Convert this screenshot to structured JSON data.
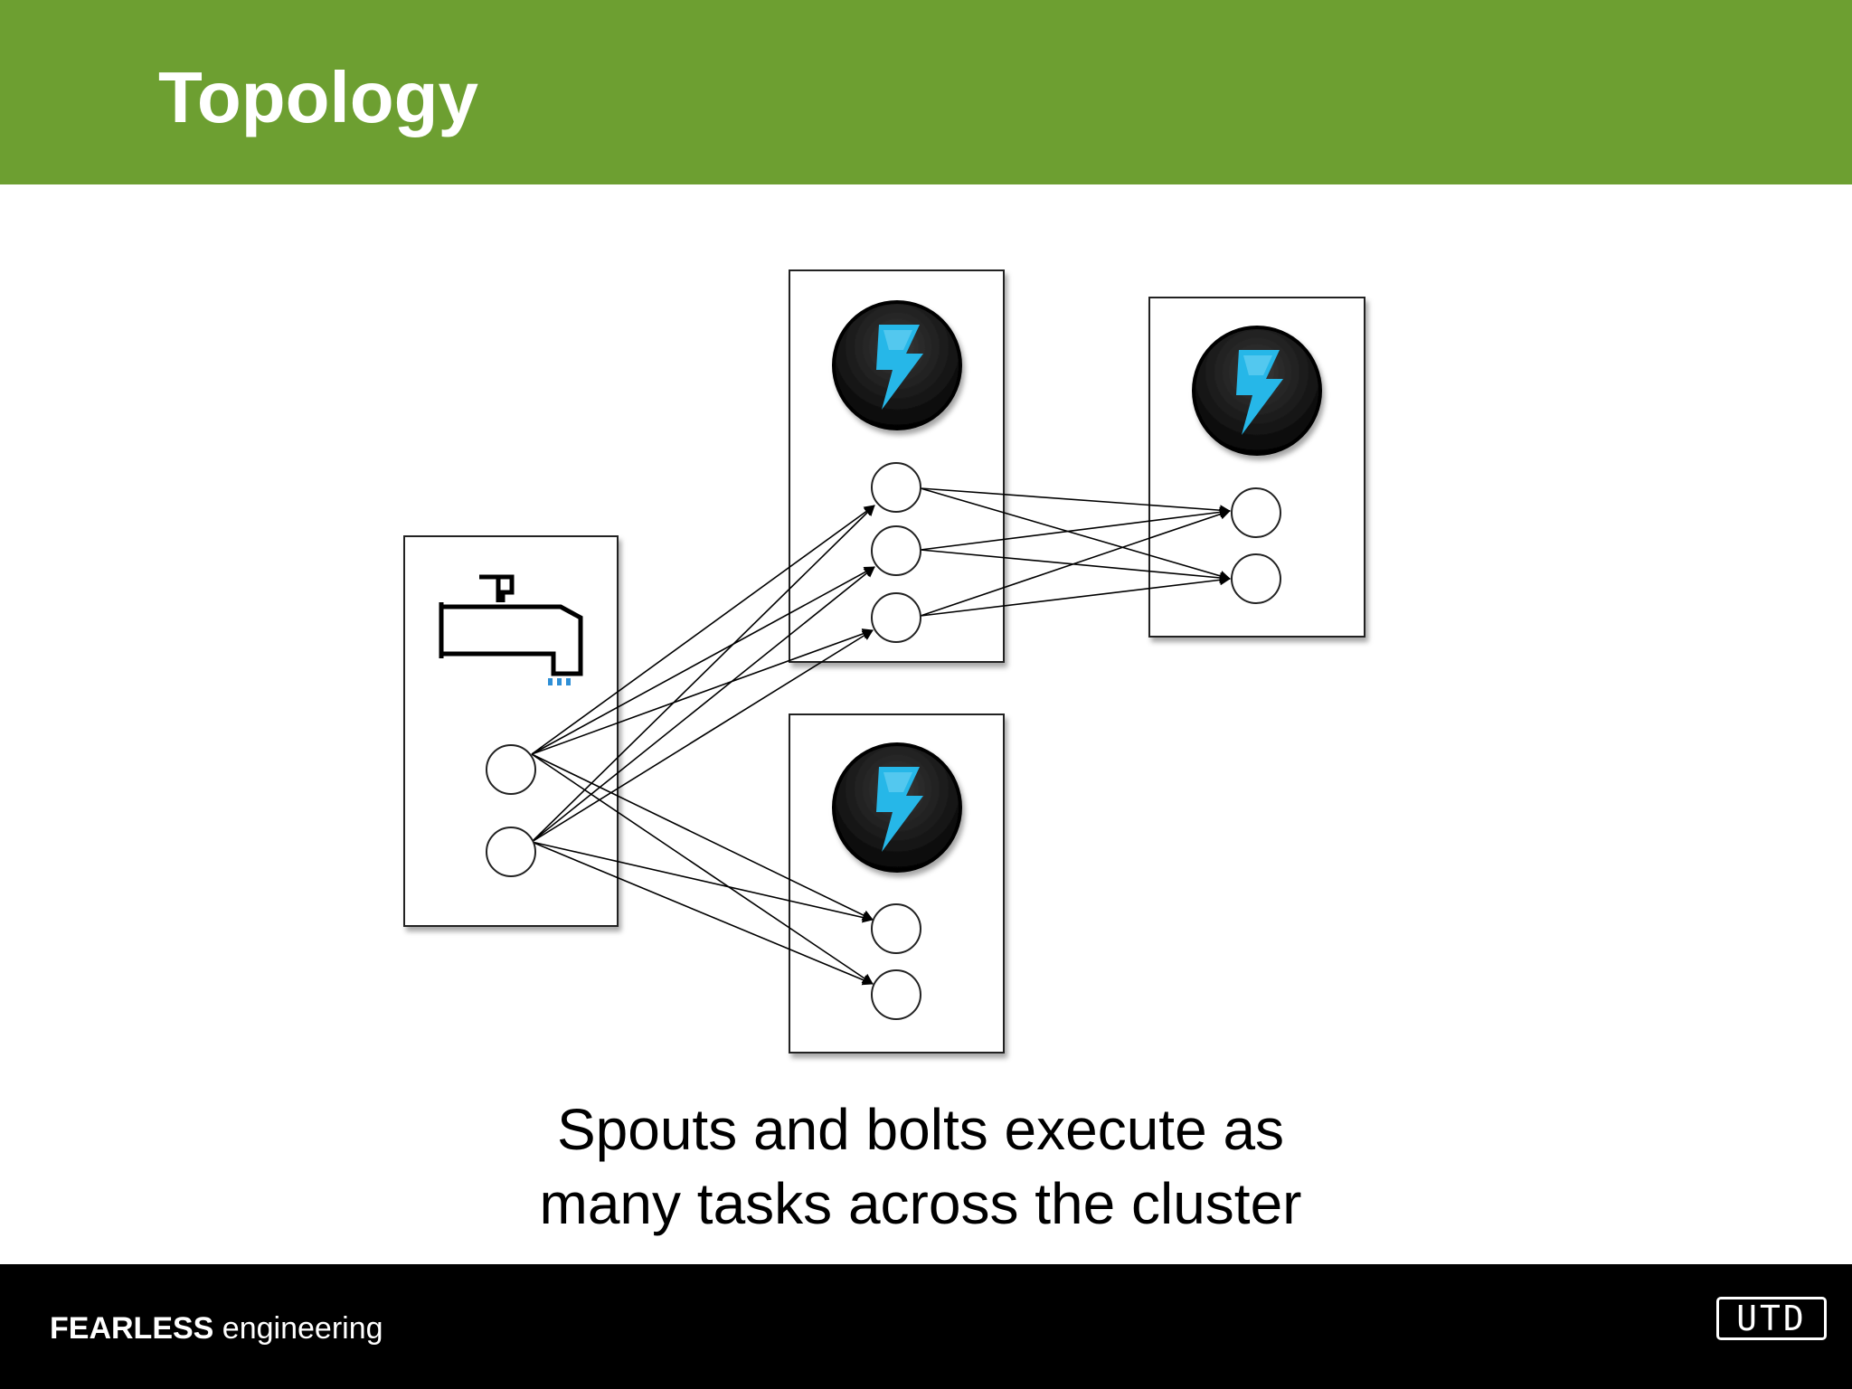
{
  "slide": {
    "title": "Topology",
    "caption_line1": "Spouts and bolts execute as",
    "caption_line2": "many tasks across the cluster"
  },
  "footer": {
    "brand_strong": "FEARLESS",
    "brand_rest": " engineering",
    "logo_text": "UTD"
  },
  "diagram": {
    "components": [
      {
        "id": "spout",
        "icon": "faucet-icon",
        "tasks": 2
      },
      {
        "id": "bolt-a",
        "icon": "lightning-icon",
        "tasks": 3
      },
      {
        "id": "bolt-b",
        "icon": "lightning-icon",
        "tasks": 2
      },
      {
        "id": "bolt-c",
        "icon": "lightning-icon",
        "tasks": 2
      }
    ]
  },
  "colors": {
    "header": "#6d9f31",
    "footer": "#000000",
    "bolt_icon_bg": "#1c1c1c",
    "bolt_icon_fg": "#27b7e8",
    "faucet_drip": "#2f8fd6"
  }
}
